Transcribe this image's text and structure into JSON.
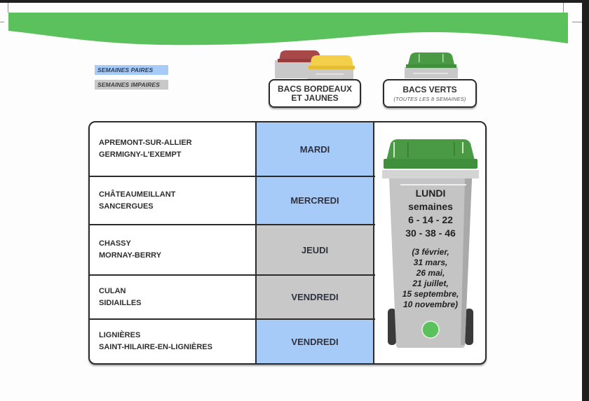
{
  "legend": {
    "even_weeks": "SEMAINES PAIRES",
    "odd_weeks": "SEMAINES IMPAIRES"
  },
  "headers": {
    "bordeaux_jaunes": {
      "line1": "BACS BORDEAUX",
      "line2": "ET JAUNES"
    },
    "verts": {
      "title": "BACS VERTS",
      "subtitle": "(TOUTES LES 8 SEMAINES)"
    }
  },
  "schedule": [
    {
      "towns": [
        "APREMONT-SUR-ALLIER",
        "GERMIGNY-L'EXEMPT"
      ],
      "day": "MARDI",
      "week_type": "paires"
    },
    {
      "towns": [
        "CHÂTEAUMEILLANT",
        "SANCERGUES"
      ],
      "day": "MERCREDI",
      "week_type": "paires"
    },
    {
      "towns": [
        "CHASSY",
        "MORNAY-BERRY"
      ],
      "day": "JEUDI",
      "week_type": "impaires"
    },
    {
      "towns": [
        "CULAN",
        "SIDIAILLES"
      ],
      "day": "VENDREDI",
      "week_type": "impaires"
    },
    {
      "towns": [
        "LIGNIÈRES",
        "SAINT-HILAIRE-EN-LIGNIÈRES"
      ],
      "day": "VENDREDI",
      "week_type": "paires"
    }
  ],
  "green_bins": {
    "day": "LUNDI",
    "weeks_label": "semaines",
    "weeks_line1": "6 - 14 - 22",
    "weeks_line2": "30 - 38 - 46",
    "dates": [
      "(3 février,",
      "31 mars,",
      "26 mai,",
      "21 juillet,",
      "15 septembre,",
      "10 novembre)"
    ]
  },
  "colors": {
    "banner_green": "#5bc15d",
    "even_blue": "#a6cbf9",
    "odd_grey": "#c8c8c8",
    "lid_green": "#3f8f3c",
    "lid_bordeaux": "#a84848",
    "lid_yellow": "#f3cf4a",
    "bin_grey": "#c4c4c4"
  }
}
